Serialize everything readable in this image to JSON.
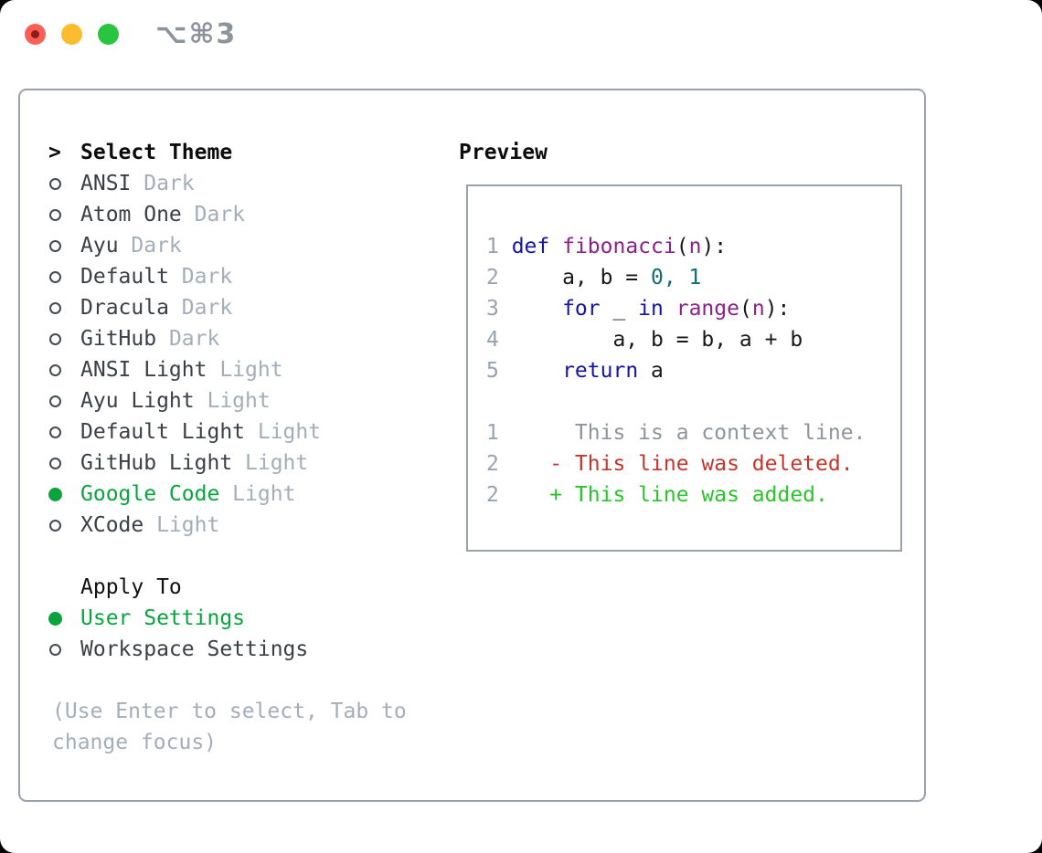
{
  "titlebar": {
    "shortcut": "⌥⌘3",
    "buttons": [
      "close",
      "minimize",
      "zoom"
    ]
  },
  "theme_panel": {
    "header": {
      "prompt": ">",
      "label": "Select Theme"
    },
    "themes": [
      {
        "name": "ANSI",
        "variant": "Dark",
        "selected": false
      },
      {
        "name": "Atom One",
        "variant": "Dark",
        "selected": false
      },
      {
        "name": "Ayu",
        "variant": "Dark",
        "selected": false
      },
      {
        "name": "Default",
        "variant": "Dark",
        "selected": false
      },
      {
        "name": "Dracula",
        "variant": "Dark",
        "selected": false
      },
      {
        "name": "GitHub",
        "variant": "Dark",
        "selected": false
      },
      {
        "name": "ANSI Light",
        "variant": "Light",
        "selected": false
      },
      {
        "name": "Ayu Light",
        "variant": "Light",
        "selected": false
      },
      {
        "name": "Default Light",
        "variant": "Light",
        "selected": false
      },
      {
        "name": "GitHub Light",
        "variant": "Light",
        "selected": false
      },
      {
        "name": "Google Code",
        "variant": "Light",
        "selected": true
      },
      {
        "name": "XCode",
        "variant": "Light",
        "selected": false
      }
    ],
    "apply_to": {
      "label": "Apply To",
      "options": [
        {
          "name": "User Settings",
          "selected": true
        },
        {
          "name": "Workspace Settings",
          "selected": false
        }
      ]
    },
    "help_text": "(Use Enter to select, Tab to change focus)"
  },
  "preview": {
    "label": "Preview",
    "code_lines": [
      {
        "num": "1",
        "segments": [
          {
            "text": "def",
            "style": "kw"
          },
          {
            "text": " ",
            "style": "pln"
          },
          {
            "text": "fibonacci",
            "style": "fn"
          },
          {
            "text": "(",
            "style": "pln"
          },
          {
            "text": "n",
            "style": "fn"
          },
          {
            "text": "):",
            "style": "pln"
          }
        ]
      },
      {
        "num": "2",
        "segments": [
          {
            "text": "    a, b = ",
            "style": "pln"
          },
          {
            "text": "0, 1",
            "style": "lit"
          }
        ]
      },
      {
        "num": "3",
        "segments": [
          {
            "text": "    ",
            "style": "pln"
          },
          {
            "text": "for",
            "style": "kw"
          },
          {
            "text": " _ ",
            "style": "pln"
          },
          {
            "text": "in",
            "style": "kw"
          },
          {
            "text": " ",
            "style": "pln"
          },
          {
            "text": "range",
            "style": "fn"
          },
          {
            "text": "(",
            "style": "pln"
          },
          {
            "text": "n",
            "style": "fn"
          },
          {
            "text": "):",
            "style": "pln"
          }
        ]
      },
      {
        "num": "4",
        "segments": [
          {
            "text": "        a, b = b, a + b",
            "style": "pln"
          }
        ]
      },
      {
        "num": "5",
        "segments": [
          {
            "text": "    ",
            "style": "pln"
          },
          {
            "text": "return",
            "style": "kw"
          },
          {
            "text": " a",
            "style": "pln"
          }
        ]
      },
      {
        "num": "",
        "segments": []
      },
      {
        "num": "1",
        "segments": [
          {
            "text": "     This is a context line.",
            "style": "ctx"
          }
        ]
      },
      {
        "num": "2",
        "segments": [
          {
            "text": "   - This line was deleted.",
            "style": "del"
          }
        ]
      },
      {
        "num": "2",
        "segments": [
          {
            "text": "   + This line was added.",
            "style": "add"
          }
        ]
      }
    ]
  },
  "colors": {
    "green": "#0aa43e",
    "add": "#2bc32b",
    "del": "#c3362b",
    "kw": "#1414a8",
    "fn": "#8c218c",
    "lit": "#0d6f6f",
    "pln": "#17181a",
    "num": "#97a3b1",
    "ctx": "#8d959c",
    "gray": "#a3aebb",
    "gray2": "#8d939c",
    "text": "#3a4047",
    "border": "#99a1ad"
  }
}
